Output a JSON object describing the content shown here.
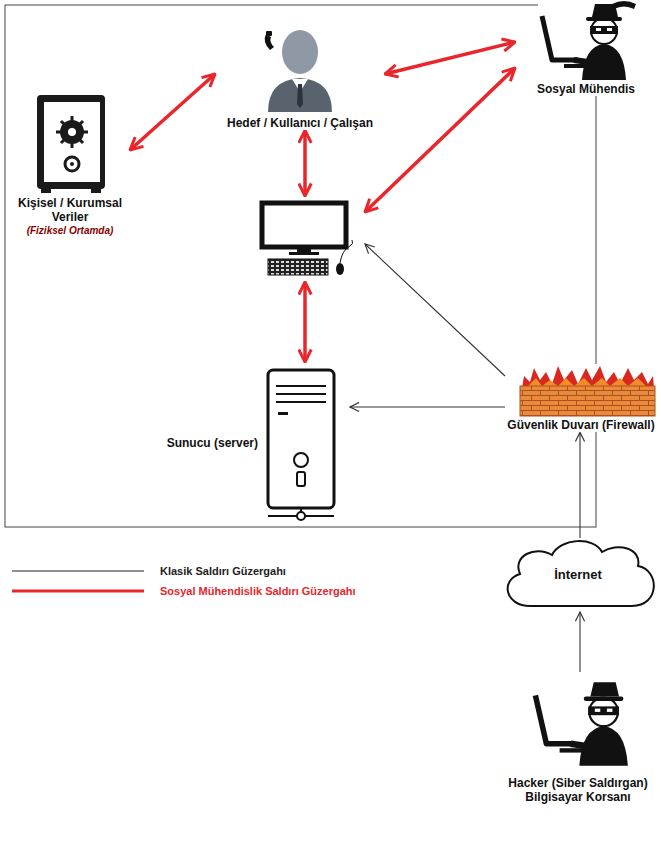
{
  "diagram": {
    "nodes": [
      {
        "text": [
          "Kişisel / Kurumsal Veriler",
          "(Fiziksel Ortamda)"
        ]
      },
      {
        "text": [
          "Hedef / Kullanıcı / Çalışan"
        ]
      },
      {
        "text": []
      },
      {
        "text": [
          "Sunucu (server)"
        ]
      },
      {
        "text": [
          "Sosyal Mühendis"
        ]
      },
      {
        "text": [
          "Güvenlik Duvarı (Firewall)"
        ]
      },
      {
        "text": [
          "İnternet"
        ]
      },
      {
        "text": [
          "Hacker (Siber Saldırgan) Bilgisayar Korsanı"
        ]
      }
    ],
    "edges": [
      {
        "from": 0,
        "to": 1,
        "arrow": "both"
      },
      {
        "from": 1,
        "to": 4,
        "arrow": "both"
      },
      {
        "from": 1,
        "to": 2,
        "arrow": "both"
      },
      {
        "from": 4,
        "to": 2,
        "arrow": "both"
      },
      {
        "from": 2,
        "to": 3,
        "arrow": "both"
      },
      {
        "from": 7,
        "to": 6,
        "arrow": "to"
      },
      {
        "from": 6,
        "to": 5,
        "arrow": "to"
      },
      {
        "from": 5,
        "to": 3,
        "arrow": "to"
      },
      {
        "from": 5,
        "to": 2,
        "arrow": "to"
      }
    ],
    "legend": [
      {
        "text": "Klasik Saldırı Güzergahı"
      },
      {
        "text": "Sosyal Mühendislik Saldırı Güzergahı"
      }
    ]
  }
}
